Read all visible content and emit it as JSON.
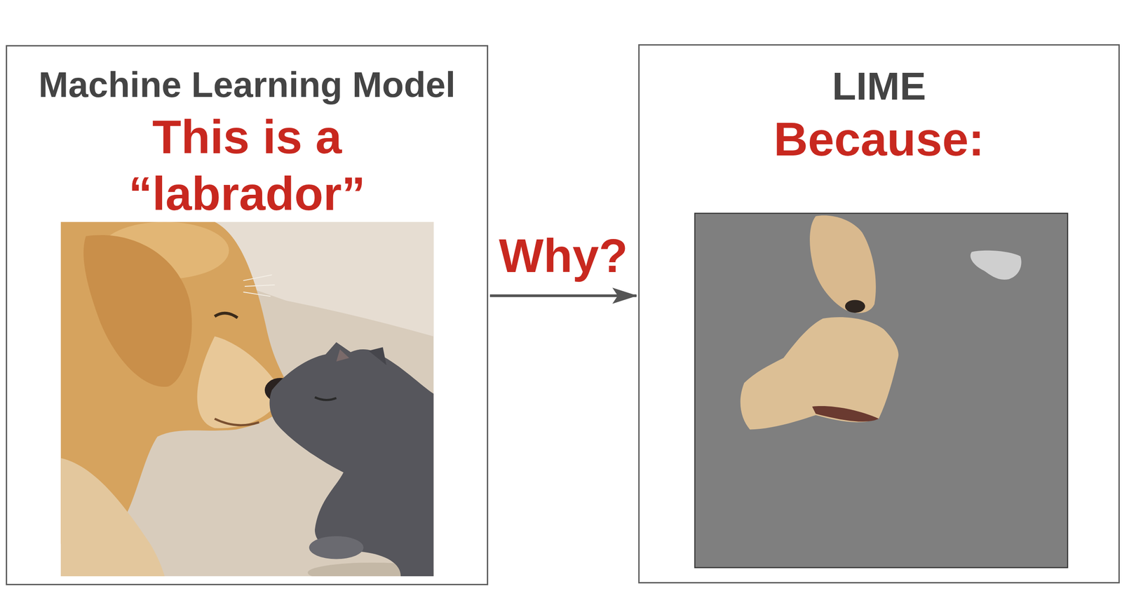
{
  "diagram": {
    "nodes": [
      {
        "text": [
          "Machine Learning Model",
          "This is a “labrador”"
        ]
      },
      {
        "text": [
          "LIME",
          "Because:"
        ]
      }
    ],
    "edges": [
      {
        "from": 0,
        "to": 1,
        "arrow": "to",
        "label": "Why?"
      }
    ]
  }
}
